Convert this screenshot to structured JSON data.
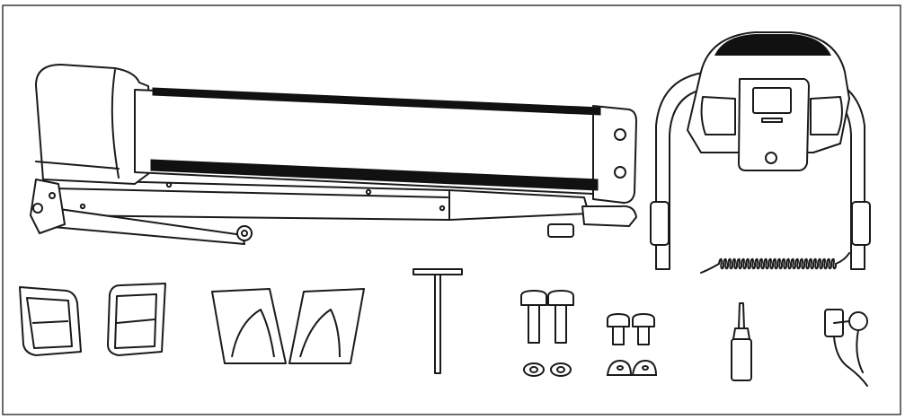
{
  "diagram": {
    "kind": "parts-inventory",
    "colors": {
      "stroke": "#1a1a1a",
      "fill": "#ffffff",
      "dark": "#111111",
      "frame": "#3a3a3a"
    },
    "parts": [
      {
        "id": "treadmill-base",
        "icon": "treadmill-deck-icon"
      },
      {
        "id": "console-handlebar-assembly",
        "icon": "console-frame-icon"
      },
      {
        "id": "coiled-cable",
        "icon": "coiled-cable-icon"
      },
      {
        "id": "upright-cover-left",
        "icon": "cover-icon"
      },
      {
        "id": "upright-cover-right",
        "icon": "cover-icon"
      },
      {
        "id": "base-cover-left",
        "icon": "base-cover-icon"
      },
      {
        "id": "base-cover-right",
        "icon": "base-cover-icon"
      },
      {
        "id": "t-wrench",
        "icon": "t-wrench-icon"
      },
      {
        "id": "long-bolts",
        "icon": "bolt-icon",
        "quantity": 2
      },
      {
        "id": "flat-washers",
        "icon": "washer-icon",
        "quantity": 2
      },
      {
        "id": "short-bolts",
        "icon": "bolt-icon",
        "quantity": 2
      },
      {
        "id": "curved-washers",
        "icon": "curved-washer-icon",
        "quantity": 2
      },
      {
        "id": "lubricant-bottle",
        "icon": "oil-bottle-icon"
      },
      {
        "id": "safety-key",
        "icon": "safety-key-icon"
      }
    ]
  }
}
